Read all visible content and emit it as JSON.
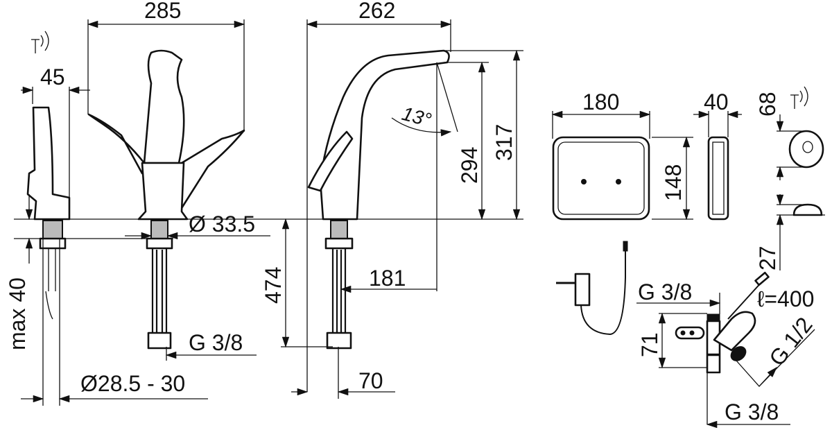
{
  "colors": {
    "ink": "#111111",
    "background": "#ffffff"
  },
  "icons": [
    "wireless-signal-icon",
    "wireless-signal-icon"
  ],
  "dimensions": {
    "side_width": "285",
    "sensor_depth": "45",
    "spout_reach": "262",
    "spout_angle": "13°",
    "spout_height": "294",
    "total_height": "317",
    "panel_width": "180",
    "panel_depth": "40",
    "remote_width": "68",
    "panel_height": "148",
    "remote_height": "27",
    "base_diameter": "Ø 33.5",
    "hose_length": "474",
    "spout_projection": "181",
    "hose_thread": "G 3/8",
    "max_deck": "max 40",
    "hole_diameter": "Ø28.5 - 30",
    "base_offset": "70",
    "valve_inlet": "G 3/8",
    "cable_length": "ℓ=400",
    "valve_thread": "G 1/2",
    "valve_height": "71",
    "valve_outlet": "G 3/8"
  }
}
